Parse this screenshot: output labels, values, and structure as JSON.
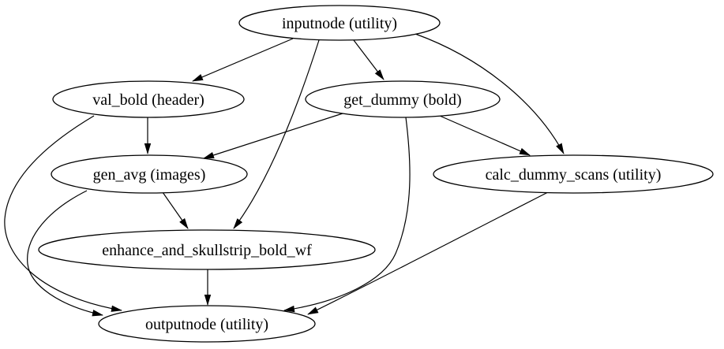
{
  "diagram": {
    "kind": "directed-workflow-graph",
    "background_color": "#ffffff",
    "node_fill_color": "#ffffff",
    "node_stroke_color": "#000000",
    "edge_color": "#000000",
    "text_color": "#000000",
    "nodes": {
      "inputnode": {
        "label": "inputnode (utility)"
      },
      "val_bold": {
        "label": "val_bold (header)"
      },
      "get_dummy": {
        "label": "get_dummy (bold)"
      },
      "gen_avg": {
        "label": "gen_avg (images)"
      },
      "calc_dummy_scans": {
        "label": "calc_dummy_scans (utility)"
      },
      "enhance_wf": {
        "label": "enhance_and_skullstrip_bold_wf"
      },
      "outputnode": {
        "label": "outputnode (utility)"
      }
    },
    "edges": [
      {
        "from": "inputnode (utility)",
        "to": "val_bold (header)"
      },
      {
        "from": "inputnode (utility)",
        "to": "get_dummy (bold)"
      },
      {
        "from": "inputnode (utility)",
        "to": "calc_dummy_scans (utility)"
      },
      {
        "from": "inputnode (utility)",
        "to": "enhance_and_skullstrip_bold_wf"
      },
      {
        "from": "val_bold (header)",
        "to": "gen_avg (images)"
      },
      {
        "from": "val_bold (header)",
        "to": "outputnode (utility)"
      },
      {
        "from": "get_dummy (bold)",
        "to": "gen_avg (images)"
      },
      {
        "from": "get_dummy (bold)",
        "to": "calc_dummy_scans (utility)"
      },
      {
        "from": "get_dummy (bold)",
        "to": "outputnode (utility)"
      },
      {
        "from": "gen_avg (images)",
        "to": "enhance_and_skullstrip_bold_wf"
      },
      {
        "from": "gen_avg (images)",
        "to": "outputnode (utility)"
      },
      {
        "from": "enhance_and_skullstrip_bold_wf",
        "to": "outputnode (utility)"
      },
      {
        "from": "calc_dummy_scans (utility)",
        "to": "outputnode (utility)"
      }
    ]
  }
}
